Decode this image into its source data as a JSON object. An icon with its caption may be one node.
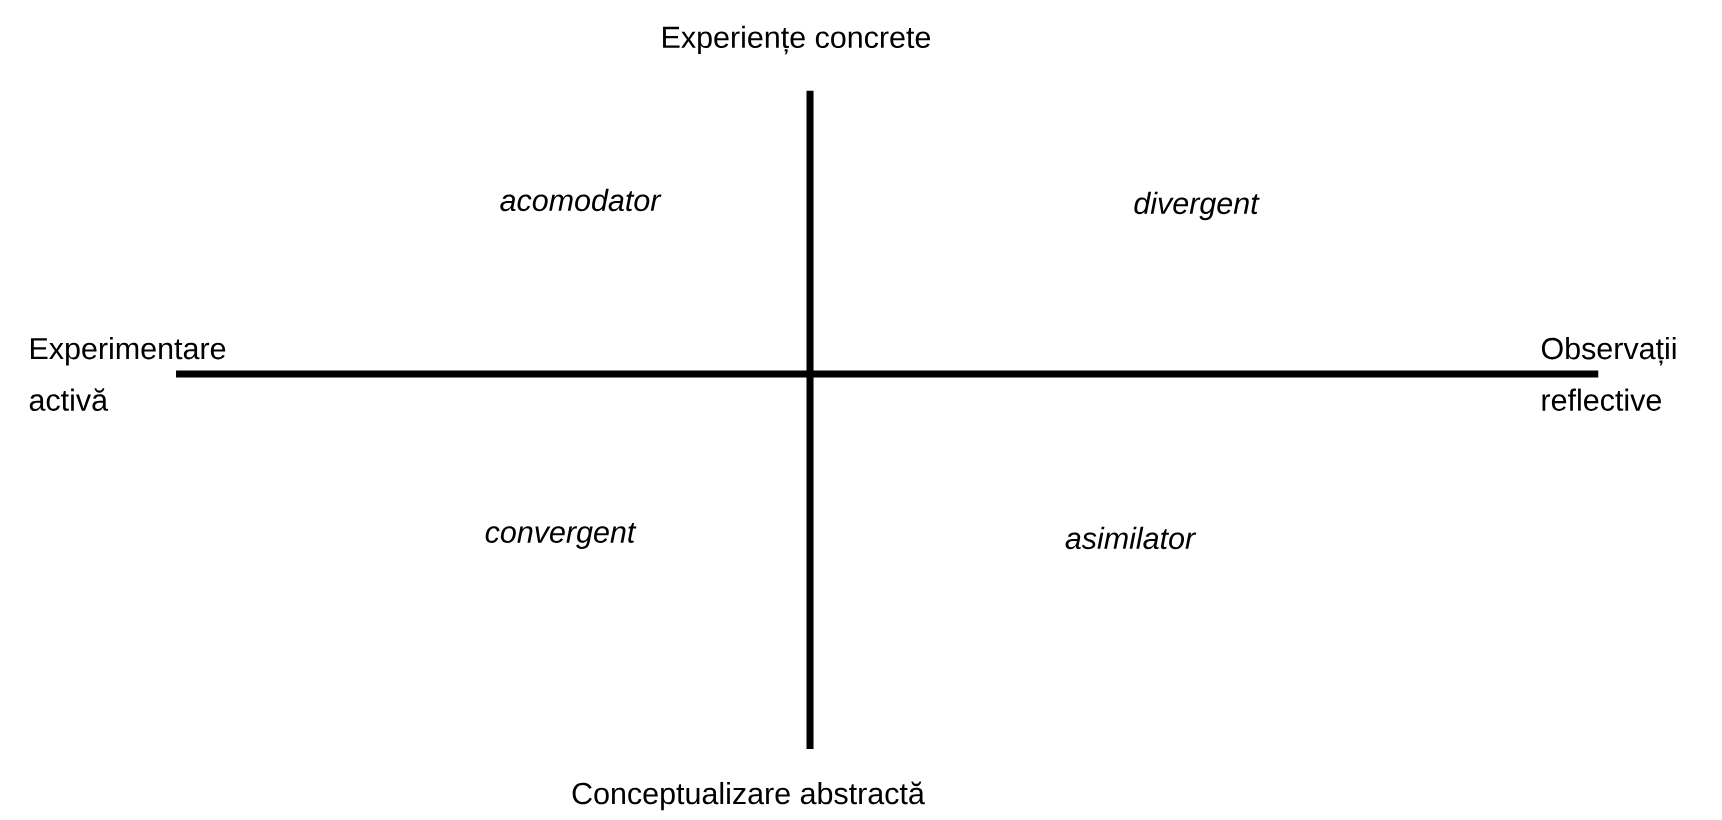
{
  "diagram": {
    "nodes": [
      {
        "text": [
          "Experiențe concrete"
        ]
      },
      {
        "text": [
          "Conceptualizare abstractă"
        ]
      },
      {
        "text": [
          "Experimentare activă"
        ]
      },
      {
        "text": [
          "Observații reflective"
        ]
      }
    ],
    "edges": [
      {
        "from": 0,
        "to": 1,
        "arrow": "none"
      },
      {
        "from": 2,
        "to": 3,
        "arrow": "none"
      }
    ],
    "labels": [
      "acomodator",
      "divergent",
      "convergent",
      "asimilator"
    ]
  }
}
